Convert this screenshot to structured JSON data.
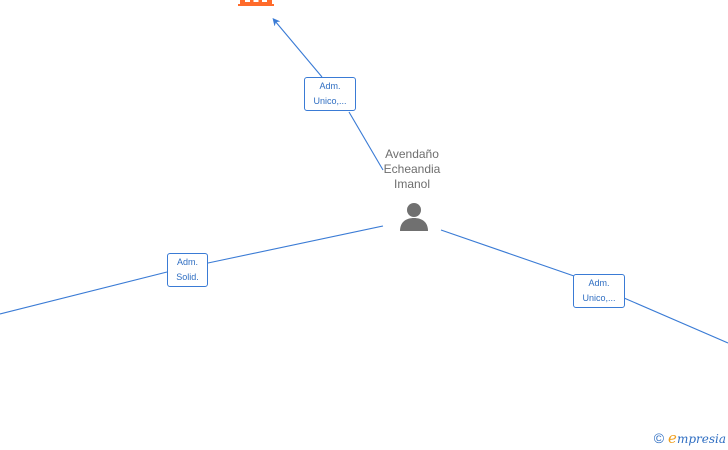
{
  "person": {
    "name_lines": [
      "Avendaño",
      "Echeandia",
      "Imanol"
    ],
    "icon": "person-silhouette-icon"
  },
  "company": {
    "icon": "building-icon",
    "color": "#ff6b2b"
  },
  "edges": [
    {
      "id": "top",
      "label_lines": [
        "Adm.",
        "Unico,..."
      ]
    },
    {
      "id": "left",
      "label_lines": [
        "Adm.",
        "Solid."
      ]
    },
    {
      "id": "right",
      "label_lines": [
        "Adm.",
        "Unico,..."
      ]
    }
  ],
  "colors": {
    "edge": "#3a7bd5",
    "label_text": "#2f6ec2",
    "person": "#707070"
  },
  "footer": {
    "copyright_symbol": "©",
    "brand_initial": "e",
    "brand_rest": "mpresia"
  }
}
